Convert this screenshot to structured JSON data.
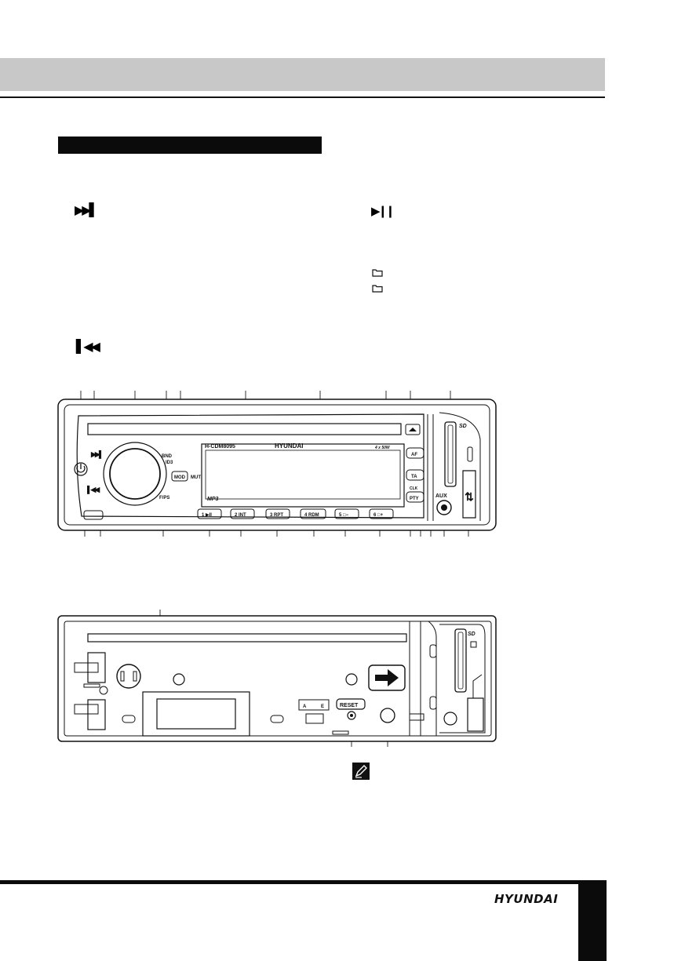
{
  "header": {
    "band_color": "#c8c8c8"
  },
  "section": {
    "bar_color": "#0b0b0b"
  },
  "icons": {
    "next": "▶▶▌",
    "prev": "▌◀◀",
    "play_pause": "▶❙❙"
  },
  "front_panel": {
    "model": "H-CDM8095",
    "brand": "HYUNDAI",
    "power": "4 x 50W",
    "bnd": "BND",
    "id3": "ID3",
    "mod": "MOD",
    "mut": "MUT",
    "fps": "F/PS",
    "mp3": "MP3",
    "af": "AF",
    "ta": "TA",
    "clk": "CLK",
    "pty": "PTY",
    "aux": "AUX",
    "sd": "SD",
    "presets": [
      "1 ▶II",
      "2 INT",
      "3 RPT",
      "4 RDM",
      "5 □−",
      "6 □+"
    ]
  },
  "rear_panel": {
    "a": "A",
    "e": "E",
    "reset": "RESET",
    "sd": "SD"
  },
  "footer": {
    "brand": "HYUNDAI"
  }
}
